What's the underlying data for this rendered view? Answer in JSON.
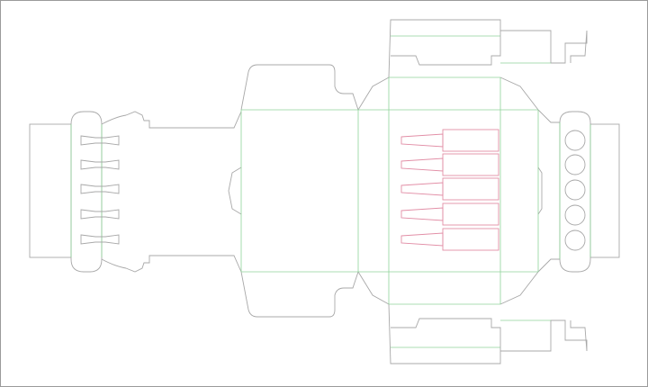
{
  "canvas": {
    "background": "#ffffff",
    "frame_color": "#9a9a9a"
  },
  "colors": {
    "cut_line": "#a8a8a8",
    "crease_line": "#8fd39a",
    "artwork_line": "#e28ea6"
  },
  "dieline": {
    "description_visible": false,
    "groups": {
      "left_insert_holes": 5,
      "bottle_slots": 5,
      "round_holes": 5
    }
  }
}
